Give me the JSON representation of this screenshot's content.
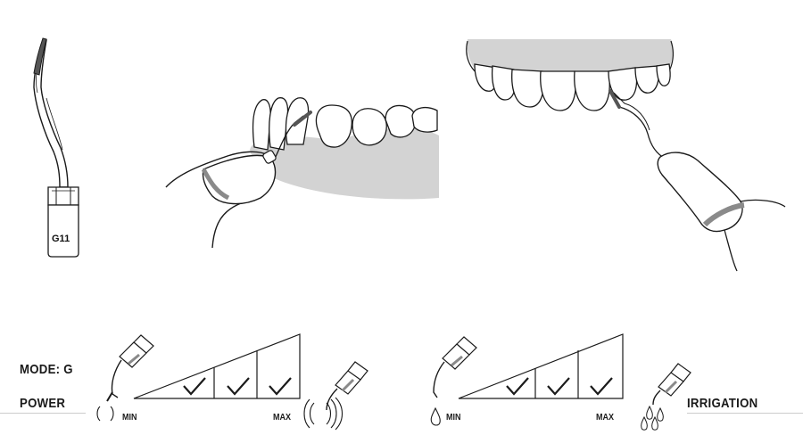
{
  "tip": {
    "code": "G11"
  },
  "power_scale": {
    "mode_label": "MODE: G",
    "power_label": "POWER",
    "min_label": "MIN",
    "max_label": "MAX",
    "checked": [
      true,
      true,
      true
    ]
  },
  "irrigation_scale": {
    "label": "IRRIGATION",
    "min_label": "MIN",
    "max_label": "MAX",
    "checked": [
      true,
      true,
      true
    ]
  },
  "colors": {
    "gum": "#d3d3d3",
    "line": "#1a1a1a",
    "tip_dark": "#555555",
    "band": "#8a8a8a"
  },
  "icons": [
    "dental-tip-icon",
    "handpiece-icon",
    "vibration-low-icon",
    "vibration-high-icon",
    "water-drop-icon",
    "water-drops-icon",
    "checkmark-icon"
  ]
}
